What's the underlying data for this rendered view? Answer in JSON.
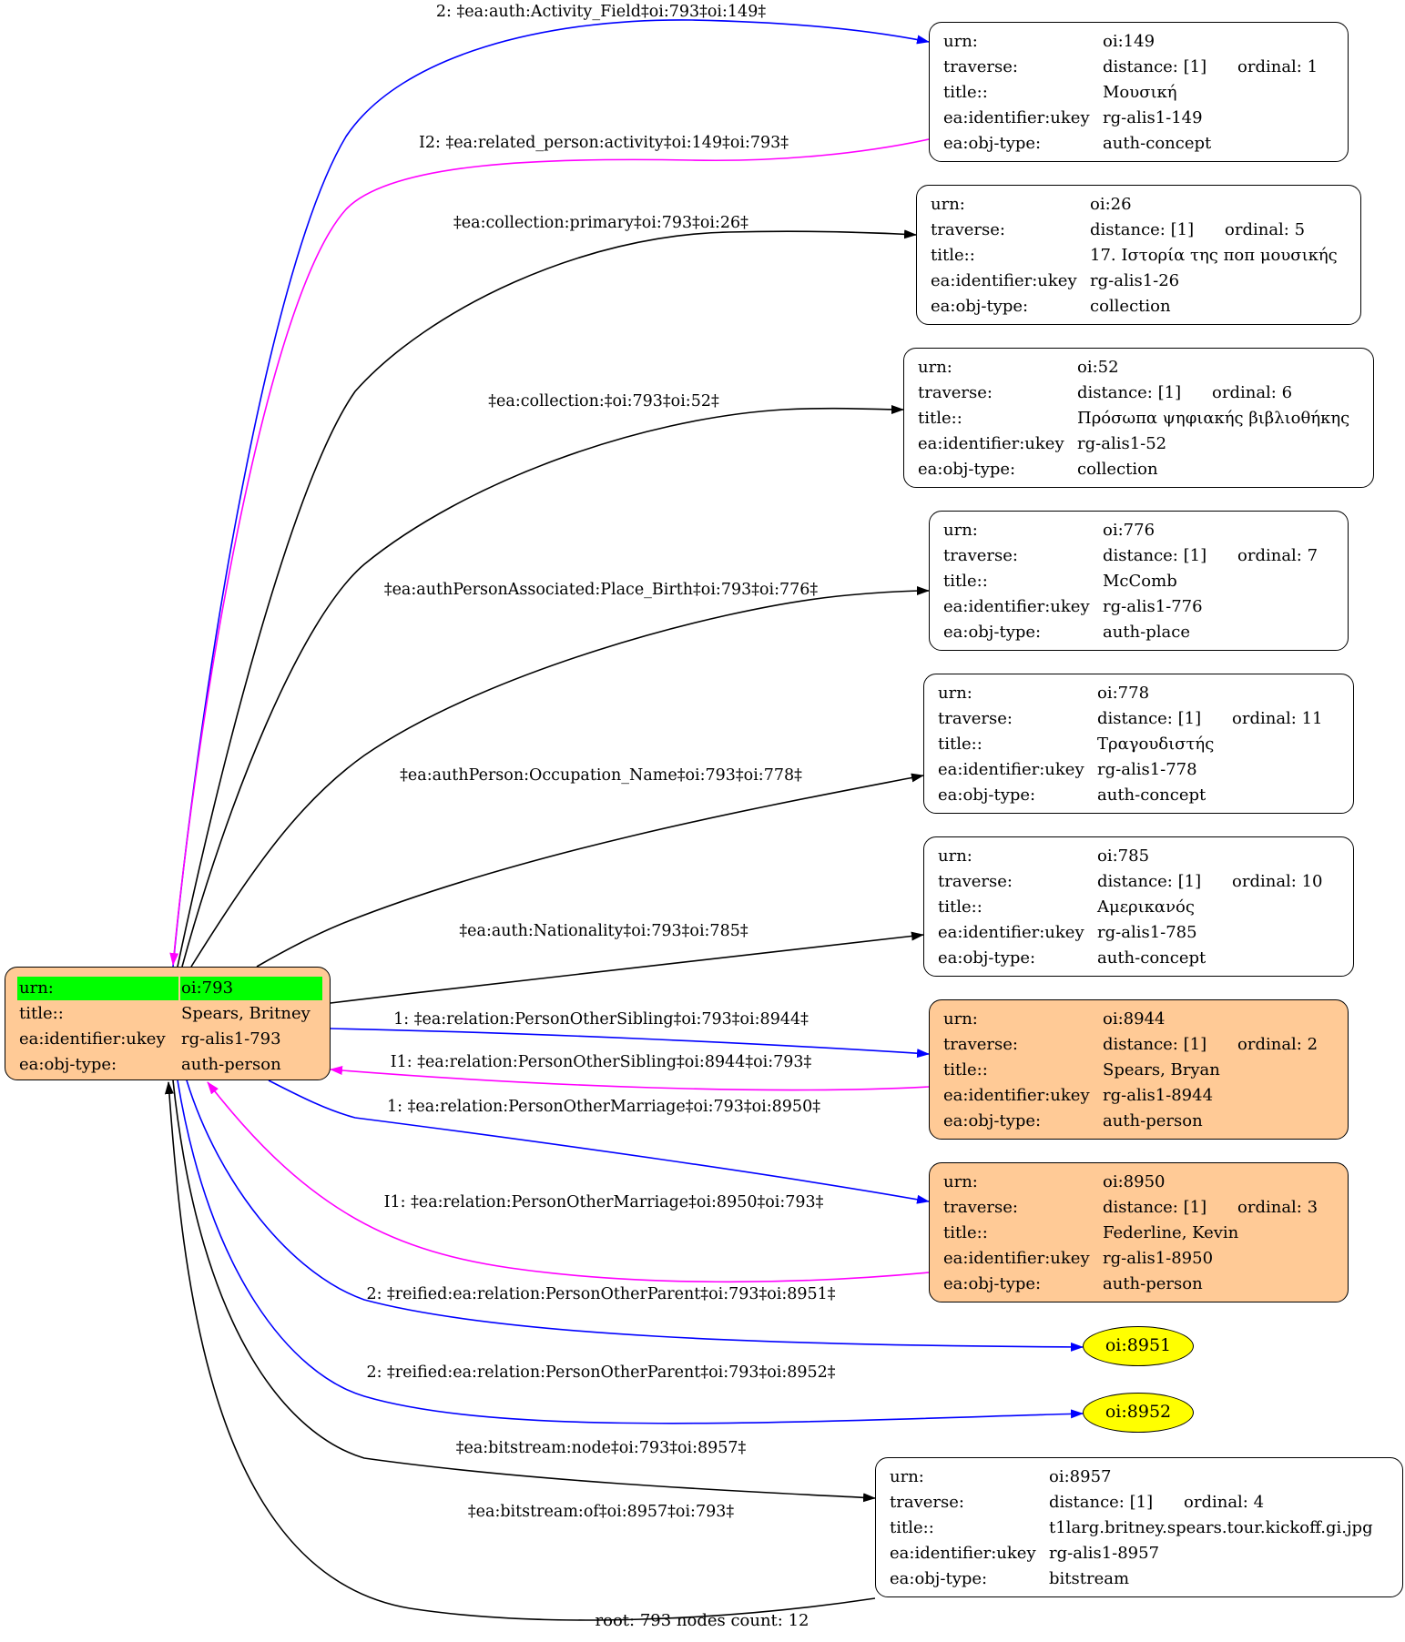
{
  "field_labels": {
    "urn": "urn:",
    "traverse": "traverse:",
    "title": "title::",
    "ukey": "ea:identifier:ukey",
    "objtype": "ea:obj-type:"
  },
  "root": {
    "urn": "oi:793",
    "title": "Spears, Britney",
    "ukey": "rg-alis1-793",
    "objtype": "auth-person"
  },
  "nodes": [
    {
      "urn": "oi:149",
      "distance": "distance: [1]",
      "ordinal": "ordinal: 1",
      "title": "Μουσική",
      "ukey": "rg-alis1-149",
      "objtype": "auth-concept"
    },
    {
      "urn": "oi:26",
      "distance": "distance: [1]",
      "ordinal": "ordinal: 5",
      "title": "17. Ιστορία της ποπ μουσικής",
      "ukey": "rg-alis1-26",
      "objtype": "collection"
    },
    {
      "urn": "oi:52",
      "distance": "distance: [1]",
      "ordinal": "ordinal: 6",
      "title": "Πρόσωπα ψηφιακής βιβλιοθήκης",
      "ukey": "rg-alis1-52",
      "objtype": "collection"
    },
    {
      "urn": "oi:776",
      "distance": "distance: [1]",
      "ordinal": "ordinal: 7",
      "title": "McComb",
      "ukey": "rg-alis1-776",
      "objtype": "auth-place"
    },
    {
      "urn": "oi:778",
      "distance": "distance: [1]",
      "ordinal": "ordinal: 11",
      "title": "Τραγουδιστής",
      "ukey": "rg-alis1-778",
      "objtype": "auth-concept"
    },
    {
      "urn": "oi:785",
      "distance": "distance: [1]",
      "ordinal": "ordinal: 10",
      "title": "Αμερικανός",
      "ukey": "rg-alis1-785",
      "objtype": "auth-concept"
    },
    {
      "urn": "oi:8944",
      "distance": "distance: [1]",
      "ordinal": "ordinal: 2",
      "title": "Spears, Bryan",
      "ukey": "rg-alis1-8944",
      "objtype": "auth-person"
    },
    {
      "urn": "oi:8950",
      "distance": "distance: [1]",
      "ordinal": "ordinal: 3",
      "title": "Federline, Kevin",
      "ukey": "rg-alis1-8950",
      "objtype": "auth-person"
    },
    {
      "urn": "oi:8957",
      "distance": "distance: [1]",
      "ordinal": "ordinal: 4",
      "title": "t1larg.britney.spears.tour.kickoff.gi.jpg",
      "ukey": "rg-alis1-8957",
      "objtype": "bitstream"
    }
  ],
  "ellipses": [
    "oi:8951",
    "oi:8952"
  ],
  "edges": [
    {
      "label": "2: ‡ea:auth:Activity_Field‡oi:793‡oi:149‡",
      "color": "#0000ff"
    },
    {
      "label": "I2: ‡ea:related_person:activity‡oi:149‡oi:793‡",
      "color": "#ff00ff"
    },
    {
      "label": "‡ea:collection:primary‡oi:793‡oi:26‡",
      "color": "#000000"
    },
    {
      "label": "‡ea:collection:‡oi:793‡oi:52‡",
      "color": "#000000"
    },
    {
      "label": "‡ea:authPersonAssociated:Place_Birth‡oi:793‡oi:776‡",
      "color": "#000000"
    },
    {
      "label": "‡ea:authPerson:Occupation_Name‡oi:793‡oi:778‡",
      "color": "#000000"
    },
    {
      "label": "‡ea:auth:Nationality‡oi:793‡oi:785‡",
      "color": "#000000"
    },
    {
      "label": "1: ‡ea:relation:PersonOtherSibling‡oi:793‡oi:8944‡",
      "color": "#0000ff"
    },
    {
      "label": "I1: ‡ea:relation:PersonOtherSibling‡oi:8944‡oi:793‡",
      "color": "#ff00ff"
    },
    {
      "label": "1: ‡ea:relation:PersonOtherMarriage‡oi:793‡oi:8950‡",
      "color": "#0000ff"
    },
    {
      "label": "I1: ‡ea:relation:PersonOtherMarriage‡oi:8950‡oi:793‡",
      "color": "#ff00ff"
    },
    {
      "label": "2: ‡reified:ea:relation:PersonOtherParent‡oi:793‡oi:8951‡",
      "color": "#0000ff"
    },
    {
      "label": "2: ‡reified:ea:relation:PersonOtherParent‡oi:793‡oi:8952‡",
      "color": "#0000ff"
    },
    {
      "label": "‡ea:bitstream:node‡oi:793‡oi:8957‡",
      "color": "#000000"
    },
    {
      "label": "‡ea:bitstream:of‡oi:8957‡oi:793‡",
      "color": "#000000"
    }
  ],
  "colors": {
    "root_fill": "#ffca96",
    "root_highlight": "#00ff00",
    "ellipse_fill": "#ffff00",
    "blue": "#0000ff",
    "magenta": "#ff00ff",
    "black": "#000000"
  },
  "footer": "root: 793 nodes count: 12"
}
